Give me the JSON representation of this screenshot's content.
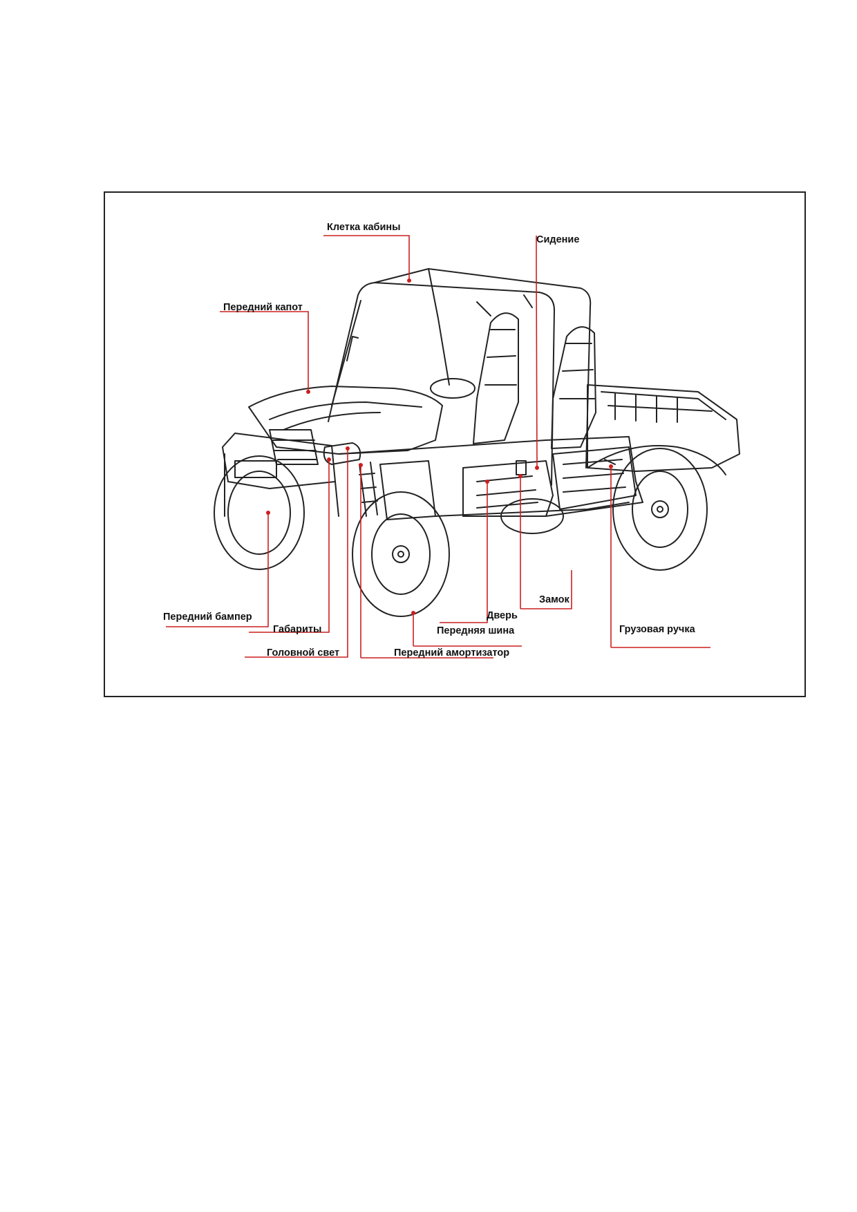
{
  "diagram": {
    "leader_color": "#cc1f1f",
    "labels": {
      "cab_cage": "Клетка кабины",
      "seat": "Сидение",
      "front_hood": "Передний капот",
      "front_bumper": "Передний бампер",
      "marker_lights": "Габариты",
      "headlight": "Головной свет",
      "front_shock": "Передний амортизатор",
      "front_tire": "Передняя шина",
      "door": "Дверь",
      "lock": "Замок",
      "cargo_handle": "Грузовая ручка"
    }
  }
}
